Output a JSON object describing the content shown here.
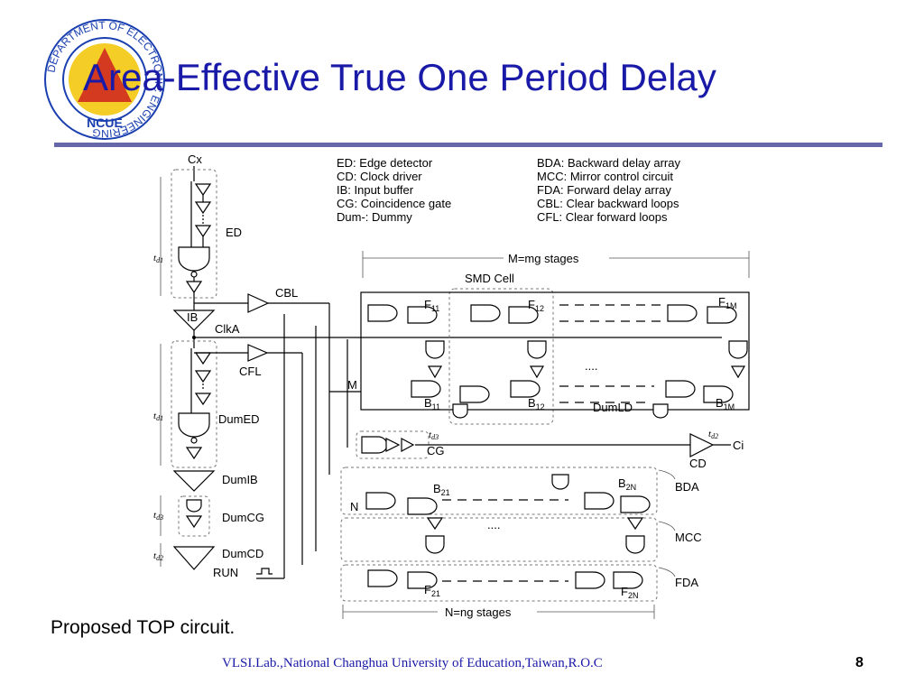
{
  "slide": {
    "title": "Area-Effective True One Period Delay",
    "caption": "Proposed TOP circuit.",
    "footer": "VLSI.Lab.,National Changhua University of Education,Taiwan,R.O.C",
    "page_number": "8"
  },
  "logo": {
    "ring_text": "DEPARTMENT OF ELECTRONIC ENGINEERING",
    "center_text": "NCUE",
    "colors": {
      "ring": "#1a3fb0",
      "center_red": "#cc2020",
      "center_yellow": "#f2c400"
    }
  },
  "colors": {
    "title": "#1a1aa8",
    "rule": "#6666aa",
    "footer": "#1a1aa8"
  },
  "diagram": {
    "legend_left": [
      "ED: Edge detector",
      "CD: Clock driver",
      "IB: Input buffer",
      "CG: Coincidence gate",
      "Dum-: Dummy"
    ],
    "legend_right": [
      "BDA: Backward delay array",
      "MCC: Mirror control circuit",
      "FDA: Forward delay array",
      "CBL: Clear backward loops",
      "CFL: Clear forward loops"
    ],
    "labels": {
      "cx": "Cx",
      "ed": "ED",
      "ib": "IB",
      "clka": "ClkA",
      "cbl": "CBL",
      "cfl": "CFL",
      "dumed": "DumED",
      "dumib": "DumIB",
      "dumcg": "DumCG",
      "dumcd": "DumCD",
      "run": "RUN",
      "m": "M",
      "n": "N",
      "cg": "CG",
      "cd": "CD",
      "ci": "Ci",
      "bda": "BDA",
      "mcc": "MCC",
      "fda": "FDA",
      "smd_cell": "SMD Cell",
      "dumld": "DumLD",
      "m_stages": "M=mg stages",
      "n_stages": "N=ng stages",
      "dots_top": "....",
      "dots_mid": "....",
      "td1_a": "t",
      "td1_b": "t",
      "td3": "t",
      "td2": "t",
      "td3_cg": "t",
      "td2_cd": "t",
      "sub_d1": "d1",
      "sub_d3": "d3",
      "sub_d2": "d2",
      "f11": "F",
      "f12": "F",
      "f1m": "F",
      "b11": "B",
      "b12": "B",
      "b1m": "B",
      "b21": "B",
      "b2n": "B",
      "f21": "F",
      "f2n": "F",
      "s11": "11",
      "s12": "12",
      "s1m": "1M",
      "s21": "21",
      "s2n": "2N"
    }
  }
}
